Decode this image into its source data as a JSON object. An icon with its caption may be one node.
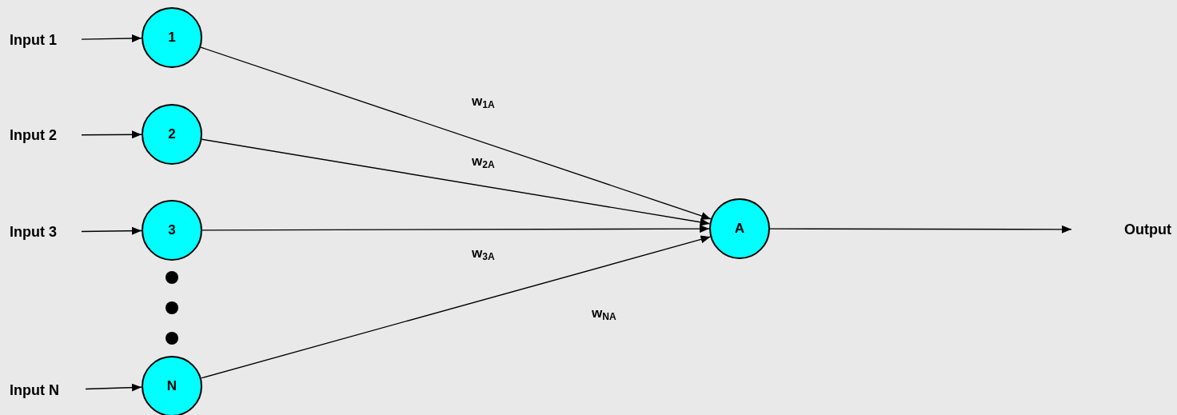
{
  "diagram": {
    "nodes": [
      {
        "text": [
          "Input 1"
        ]
      },
      {
        "text": [
          "1"
        ]
      },
      {
        "text": [
          "Input 2"
        ]
      },
      {
        "text": [
          "2"
        ]
      },
      {
        "text": [
          "Input 3"
        ]
      },
      {
        "text": [
          "3"
        ]
      },
      {
        "text": [
          "Input N"
        ]
      },
      {
        "text": [
          "N"
        ]
      },
      {
        "text": [
          "A"
        ]
      },
      {
        "text": [
          "Output"
        ]
      }
    ],
    "edges": [
      {
        "from": 0,
        "to": 1,
        "arrow": "to"
      },
      {
        "from": 2,
        "to": 3,
        "arrow": "to"
      },
      {
        "from": 4,
        "to": 5,
        "arrow": "to"
      },
      {
        "from": 6,
        "to": 7,
        "arrow": "to"
      },
      {
        "from": 1,
        "to": 8,
        "arrow": "to",
        "label": "w$_{1A}$"
      },
      {
        "from": 3,
        "to": 8,
        "arrow": "to",
        "label": "w$_{2A}$"
      },
      {
        "from": 5,
        "to": 8,
        "arrow": "to",
        "label": "w$_{3A}$"
      },
      {
        "from": 7,
        "to": 8,
        "arrow": "to",
        "label": "w$_{NA}$"
      },
      {
        "from": 8,
        "to": 9,
        "arrow": "to"
      }
    ]
  }
}
